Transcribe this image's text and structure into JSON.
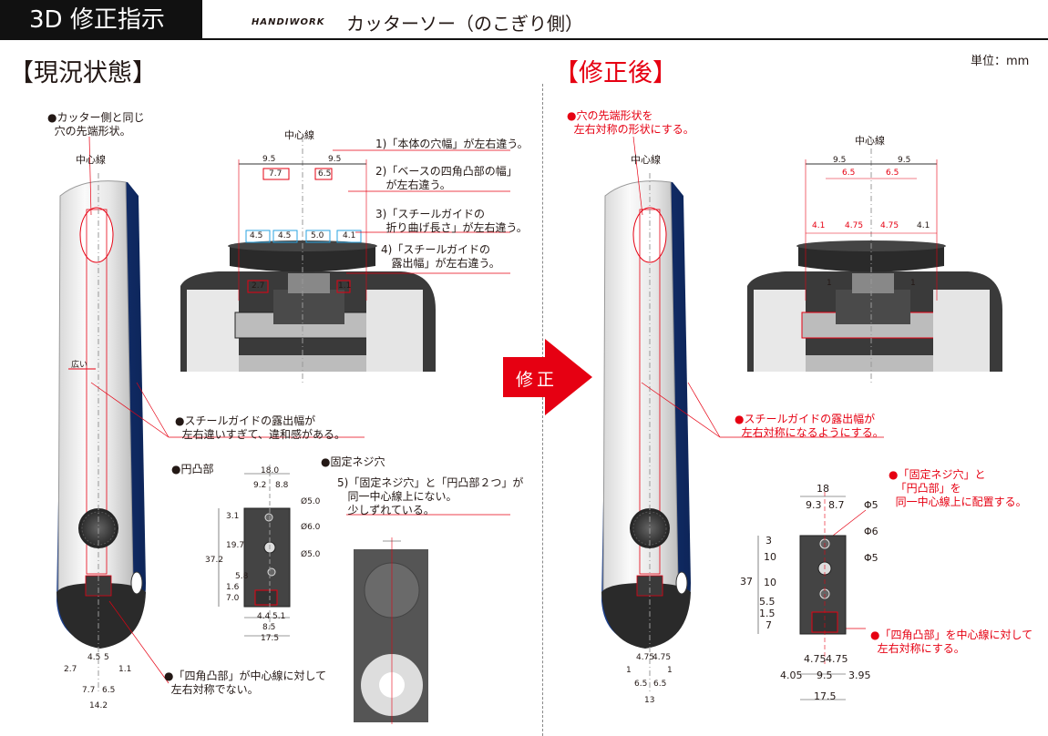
{
  "header": {
    "tab": "3D 修正指示",
    "brand": "HANDIWORK",
    "product": "カッターソー（のこぎり側）",
    "unit": "単位：mm"
  },
  "left": {
    "title": "【現況状態】",
    "note_hole": "●カッター側と同じ\n  穴の先端形状。",
    "centerline_tool": "中心線",
    "centerline_top": "中心線",
    "wide": "広い",
    "dims_top": {
      "a": "9.5",
      "b": "9.5",
      "c": "7.7",
      "d": "6.5",
      "e": "4.5",
      "f": "4.5",
      "g": "5.0",
      "h": "4.1",
      "i": "2.7",
      "j": "1.1"
    },
    "issues": [
      "1)「本体の穴幅」が左右違う。",
      "2)「ベースの四角凸部の幅」\n   が左右違う。",
      "3)「スチールガイドの\n   折り曲げ長さ」が左右違う。",
      "4)「スチールガイドの\n   露出幅」が左右違う。"
    ],
    "note_guide": "●スチールガイドの露出幅が\n  左右違いすぎて、違和感がある。",
    "note_boss": "●円凸部",
    "note_screw": "●固定ネジ穴",
    "issue5": "5)「固定ネジ穴」と「円凸部２つ」が\n   同一中心線上にない。\n   少しずれている。",
    "part_dims": {
      "w": "18.0",
      "a": "9.2",
      "b": "8.8",
      "d1": "Ø5.0",
      "d2": "Ø6.0",
      "d3": "Ø5.0",
      "h": "37.2",
      "v1": "3.1",
      "v2": "19.7",
      "v3": "5.8",
      "v4": "1.6",
      "v5": "7.0",
      "b1": "4.4",
      "b2": "5.1",
      "b3": "8.5",
      "b4": "17.5"
    },
    "note_square": "●「四角凸部」が中心線に対して\n  左右対称でない。",
    "bottom_dims": {
      "a": "2.7",
      "b": "4.5",
      "c": "5",
      "d": "1.1",
      "e": "7.7",
      "f": "6.5",
      "g": "14.2"
    }
  },
  "arrow": {
    "label": "修正"
  },
  "right": {
    "title": "【修正後】",
    "note_hole": "●穴の先端形状を\n  左右対称の形状にする。",
    "centerline_tool": "中心線",
    "centerline_top": "中心線",
    "dims_top": {
      "a": "9.5",
      "b": "9.5",
      "c": "6.5",
      "d": "6.5",
      "e": "4.1",
      "f": "4.75",
      "g": "4.75",
      "h": "4.1",
      "i": "1",
      "j": "1"
    },
    "note_guide": "●スチールガイドの露出幅が\n  左右対称になるようにする。",
    "note_screw": "●「固定ネジ穴」と\n  「円凸部」を\n  同一中心線上に配置する。",
    "part_dims": {
      "w": "18",
      "a": "9.3",
      "b": "8.7",
      "d1": "Φ5",
      "d2": "Φ6",
      "d3": "Φ5",
      "h": "37",
      "v1": "3",
      "v2": "10",
      "v3": "10",
      "v4": "5.5",
      "v5": "1.5",
      "v6": "7",
      "b1": "4.75",
      "b2": "4.75",
      "b3": "4.05",
      "b4": "9.5",
      "b5": "3.95",
      "b6": "17.5"
    },
    "note_square": "●「四角凸部」を中心線に対して\n  左右対称にする。",
    "bottom_dims": {
      "a": "1",
      "b": "4.75",
      "c": "4.75",
      "d": "1",
      "e": "6.5",
      "f": "6.5",
      "g": "13"
    }
  }
}
